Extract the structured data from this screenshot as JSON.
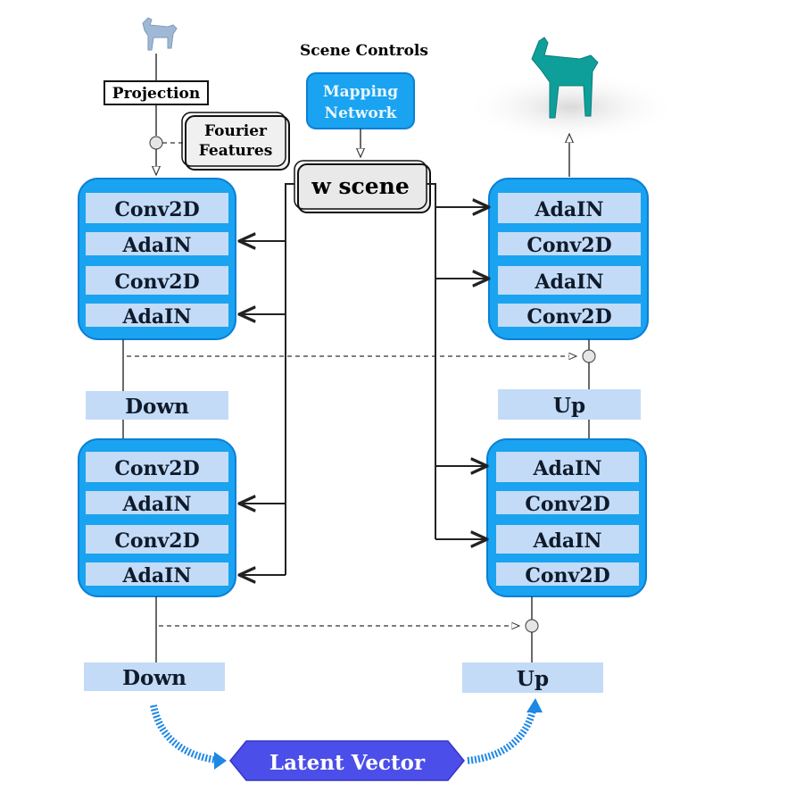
{
  "labels": {
    "projection": "Projection",
    "fourier_line1": "Fourier",
    "fourier_line2": "Features",
    "scene_controls": "Scene Controls",
    "mapping_line1": "Mapping",
    "mapping_line2": "Network",
    "w_scene": "w scene",
    "latent_vector": "Latent Vector"
  },
  "encoder_blocks": [
    {
      "rows": [
        "Conv2D",
        "AdaIN",
        "Conv2D",
        "AdaIN"
      ],
      "down": "Down"
    },
    {
      "rows": [
        "Conv2D",
        "AdaIN",
        "Conv2D",
        "AdaIN"
      ],
      "down": "Down"
    }
  ],
  "decoder_blocks": [
    {
      "rows": [
        "AdaIN",
        "Conv2D",
        "AdaIN",
        "Conv2D"
      ],
      "up": "Up"
    },
    {
      "rows": [
        "AdaIN",
        "Conv2D",
        "AdaIN",
        "Conv2D"
      ],
      "up": "Up"
    }
  ],
  "colors": {
    "block_fill": "#1aa3f0",
    "row_fill": "#c3dbf7",
    "mapping_fill": "#1aa3f0",
    "latent_fill": "#4b4ee8",
    "horse_input": "#9fb8d6",
    "horse_output": "#0f9f9b"
  },
  "icons": [
    "horse-input-icon",
    "horse-output-icon"
  ]
}
